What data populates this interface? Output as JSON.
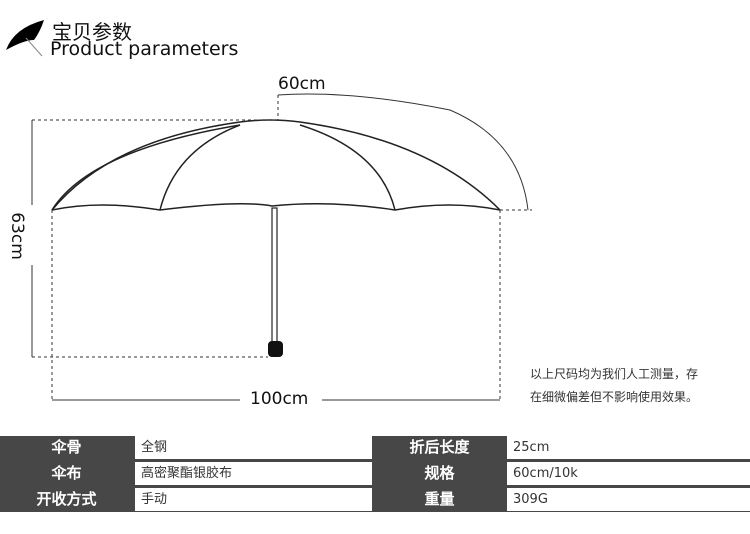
{
  "header": {
    "title_cn": "宝贝参数",
    "title_en": "Product parameters"
  },
  "dimensions": {
    "radius": "60cm",
    "height": "63cm",
    "diameter": "100cm"
  },
  "note": [
    "以上尺码均为我们人工测量，存",
    "在细微偏差但不影响使用效果。"
  ],
  "specs": [
    {
      "label1": "伞骨",
      "value1": "全钢",
      "label2": "折后长度",
      "value2": "25cm"
    },
    {
      "label1": "伞布",
      "value1": "高密聚酯银胶布",
      "label2": "规格",
      "value2": "60cm/10k"
    },
    {
      "label1": "开收方式",
      "value1": "手动",
      "label2": "重量",
      "value2": "309G"
    }
  ]
}
